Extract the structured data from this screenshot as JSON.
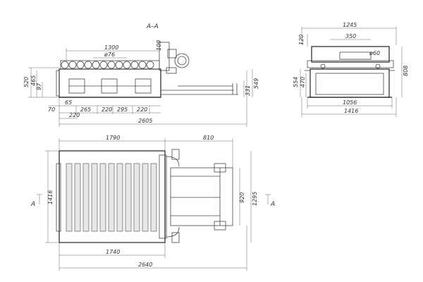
{
  "section_title": "A–A",
  "section_marks": {
    "left": "A",
    "right": "A"
  },
  "front_view": {
    "dims": {
      "d1300": "1300",
      "d76": "ø76",
      "d109": "109",
      "d520": "520",
      "d465": "465",
      "d97": "97",
      "d65": "65",
      "d70": "70",
      "d265": "265",
      "d220a": "220",
      "d295": "295",
      "d220b": "220",
      "d220c": "220",
      "d2605": "2605",
      "d549": "549",
      "d331": "331"
    }
  },
  "side_view": {
    "dims": {
      "d1245": "1245",
      "d350": "350",
      "d120": "120",
      "d60": "ø60",
      "d554": "554",
      "d470": "470",
      "d808": "808",
      "d1056": "1056",
      "d1416": "1416"
    }
  },
  "plan_view": {
    "dims": {
      "d1790": "1790",
      "d810": "810",
      "d1416": "1416",
      "d920": "920",
      "d1295": "1295",
      "d1740": "1740",
      "d2640": "2640"
    }
  }
}
